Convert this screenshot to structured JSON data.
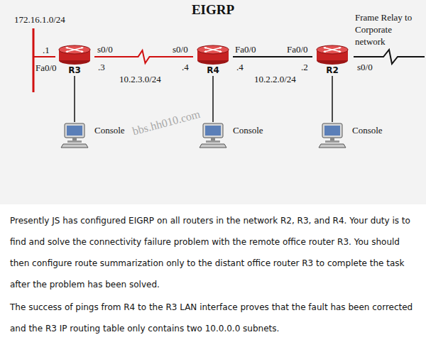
{
  "diagram": {
    "title": "EIGRP",
    "nodes": [
      {
        "text": [
          "R3"
        ]
      },
      {
        "text": [
          "R4"
        ]
      },
      {
        "text": [
          "R2"
        ]
      },
      {
        "text": [
          "Console"
        ]
      },
      {
        "text": [
          "Console"
        ]
      },
      {
        "text": [
          "Console"
        ]
      }
    ],
    "edges": [
      {
        "from": 0,
        "to": 1,
        "arrow": "none"
      },
      {
        "from": 1,
        "to": 2,
        "arrow": "none"
      },
      {
        "from": 0,
        "to": 3,
        "arrow": "none"
      },
      {
        "from": 1,
        "to": 4,
        "arrow": "none"
      },
      {
        "from": 2,
        "to": 5,
        "arrow": "none"
      }
    ],
    "labels": [
      "172.16.1.0/24",
      ".1",
      "Fa0/0",
      "s0/0",
      ".3",
      "s0/0",
      ".4",
      "Fa0/0",
      ".4",
      "Fa0/0",
      ".2",
      "Frame Relay to Corporate network",
      "s0/0",
      "10.2.3.0/24",
      "10.2.2.0/24",
      "bbs.hh010.com",
      "Presently JS has configured EIGRP on all routers in the network R2, R3, and R4. Your duty is to find and solve the connectivity failure problem with the remote office router R3. You should then configure route summarization only to the distant office router R3 to complete the task after the problem has been solved.",
      "The success of pings from R4 to the R3 LAN interface proves that the fault has been corrected and the R3 IP routing table only contains two 10.0.0.0 subnets."
    ]
  }
}
